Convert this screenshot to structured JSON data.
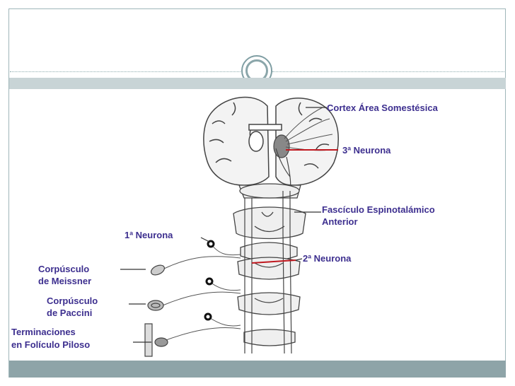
{
  "slide": {
    "title": ""
  },
  "diagram": {
    "labels": {
      "cortex": "Cortex Área Somestésica",
      "third_neuron": "3ª Neurona",
      "tract_line1": "Fascículo Espinotalámico",
      "tract_line2": "Anterior",
      "first_neuron": "1ª Neurona",
      "second_neuron": "2ª Neurona",
      "meissner_line1": "Corpúsculo",
      "meissner_line2": "de Meissner",
      "paccini_line1": "Corpúsculo",
      "paccini_line2": "de Paccini",
      "follicle_line1": "Terminaciones",
      "follicle_line2": "en Folículo Piloso"
    },
    "colors": {
      "label_text": "#3d2f8f",
      "pathway": "#c0181f",
      "outline": "#444444",
      "frame_accent": "#8ea4a8"
    }
  }
}
